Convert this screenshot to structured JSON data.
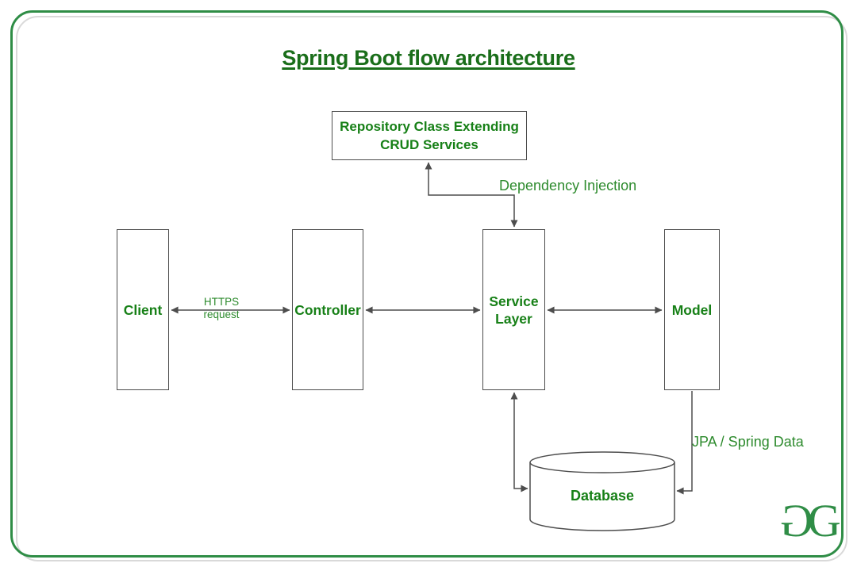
{
  "title": "Spring Boot flow architecture",
  "nodes": {
    "repository": "Repository Class Extending CRUD Services",
    "client": "Client",
    "controller": "Controller",
    "service_layer": "Service Layer",
    "model": "Model",
    "database": "Database"
  },
  "annotations": {
    "dependency_injection": "Dependency Injection",
    "https_request": "HTTPS request",
    "jpa_spring_data": "JPA / Spring Data"
  },
  "logo": {
    "name": "geeksforgeeks-logo",
    "glyph_left": "G",
    "glyph_right": "G"
  },
  "colors": {
    "title_green": "#1a6e1a",
    "node_label_green": "#178017",
    "annotation_green": "#2e8b2e",
    "card_border_green": "#2f8d46",
    "card_shadow_gray": "#d9d9d9",
    "connector_gray": "#4d4d4d",
    "node_fill": "#ffffff"
  }
}
